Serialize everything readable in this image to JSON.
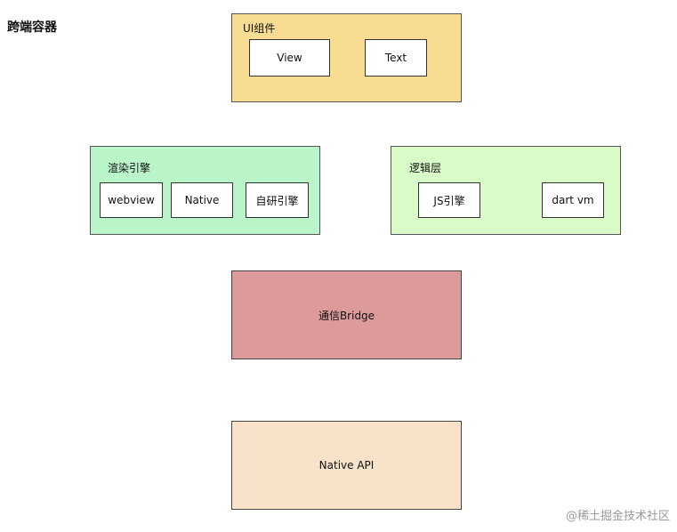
{
  "title": "跨端容器",
  "ui_group": {
    "label": "UI组件",
    "color": "#f7dc92",
    "items": [
      "View",
      "Text"
    ]
  },
  "render_group": {
    "label": "渲染引擎",
    "color": "#b9f5c9",
    "items": [
      "webview",
      "Native",
      "自研引擎"
    ]
  },
  "logic_group": {
    "label": "逻辑层",
    "color": "#d8fbc7",
    "items": [
      "JS引擎",
      "dart vm"
    ]
  },
  "bridge": {
    "label": "通信Bridge",
    "color": "#dc9a9a"
  },
  "native_api": {
    "label": "Native API",
    "color": "#f8e2c9"
  },
  "watermark": "@稀土掘金技术社区"
}
